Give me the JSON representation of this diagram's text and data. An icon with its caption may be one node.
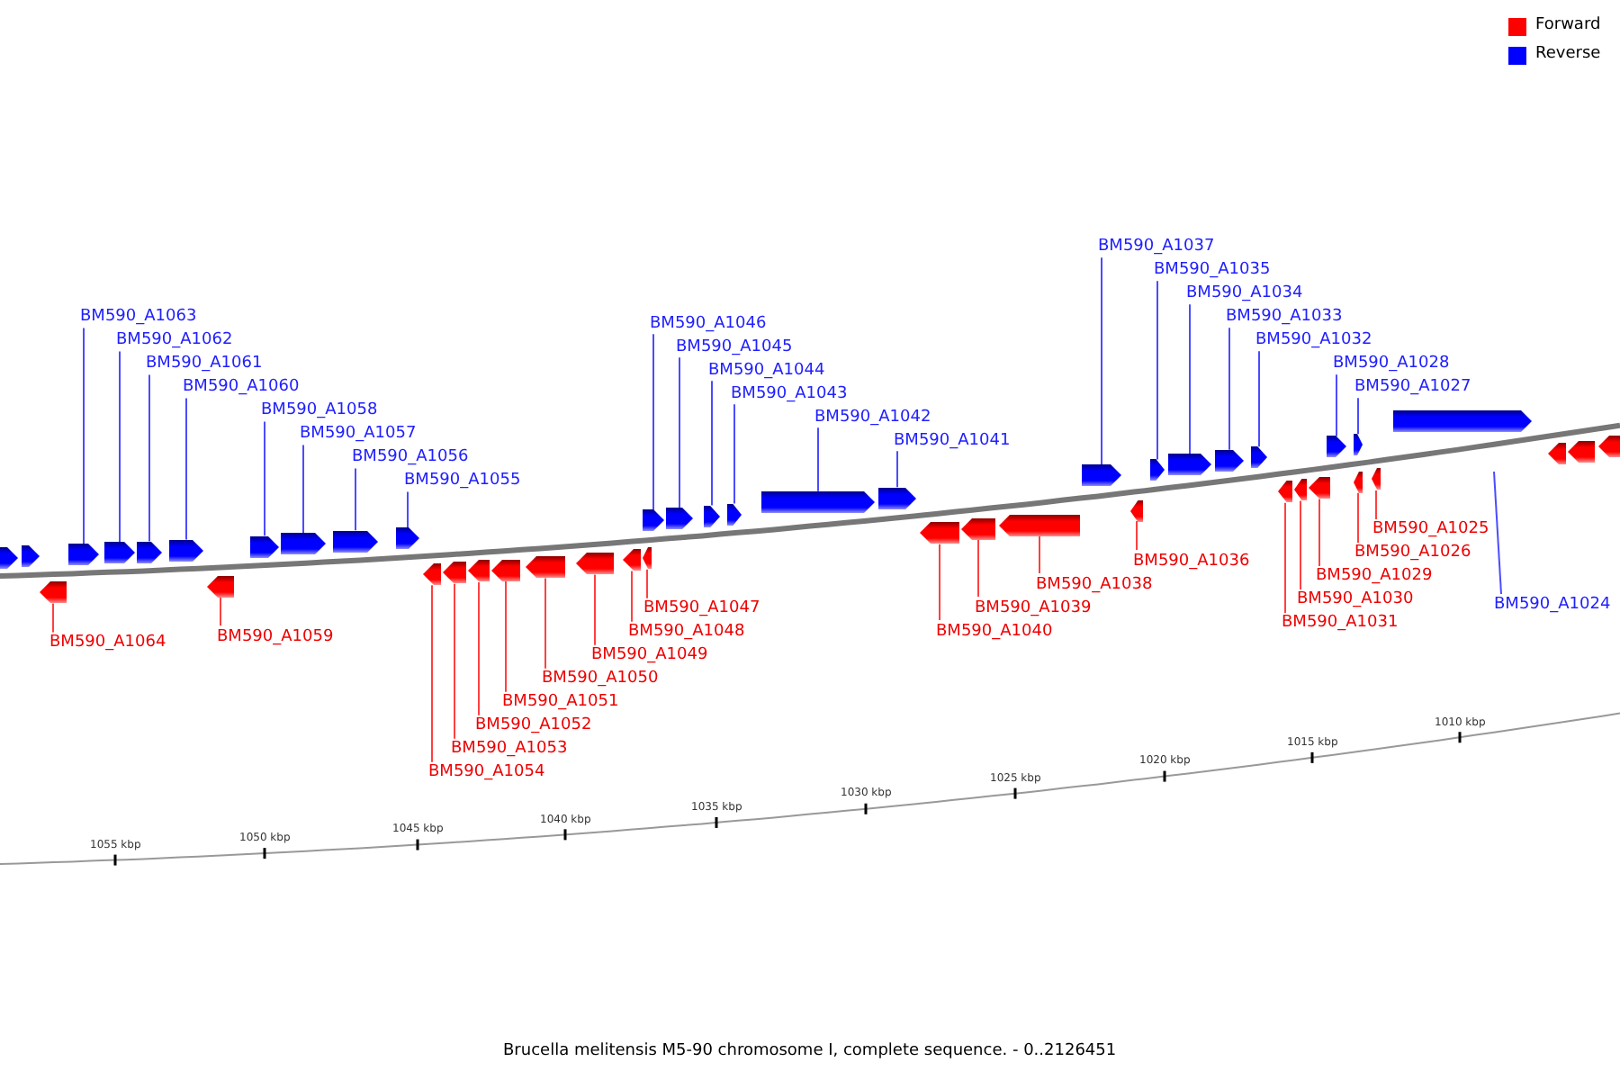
{
  "diagram": {
    "caption": "Brucella melitensis M5-90 chromosome I, complete sequence. - 0..2126451",
    "nodes": [
      {
        "text": [
          "BM590_A1063"
        ]
      },
      {
        "text": [],
        "shape": "arrow"
      },
      {
        "text": [
          "BM590_A1062"
        ]
      },
      {
        "text": [],
        "shape": "arrow"
      },
      {
        "text": [
          "BM590_A1061"
        ]
      },
      {
        "text": [],
        "shape": "arrow"
      },
      {
        "text": [
          "BM590_A1060"
        ]
      },
      {
        "text": [],
        "shape": "arrow"
      },
      {
        "text": [
          "BM590_A1058"
        ]
      },
      {
        "text": [],
        "shape": "arrow"
      },
      {
        "text": [
          "BM590_A1057"
        ]
      },
      {
        "text": [],
        "shape": "arrow"
      },
      {
        "text": [
          "BM590_A1056"
        ]
      },
      {
        "text": [],
        "shape": "arrow"
      },
      {
        "text": [
          "BM590_A1055"
        ]
      },
      {
        "text": [],
        "shape": "arrow"
      },
      {
        "text": [
          "BM590_A1046"
        ]
      },
      {
        "text": [],
        "shape": "arrow"
      },
      {
        "text": [
          "BM590_A1045"
        ]
      },
      {
        "text": [],
        "shape": "arrow"
      },
      {
        "text": [
          "BM590_A1044"
        ]
      },
      {
        "text": [],
        "shape": "arrow"
      },
      {
        "text": [
          "BM590_A1043"
        ]
      },
      {
        "text": [],
        "shape": "arrow"
      },
      {
        "text": [
          "BM590_A1042"
        ]
      },
      {
        "text": [],
        "shape": "arrow"
      },
      {
        "text": [
          "BM590_A1041"
        ]
      },
      {
        "text": [],
        "shape": "arrow"
      },
      {
        "text": [
          "BM590_A1037"
        ]
      },
      {
        "text": [],
        "shape": "arrow"
      },
      {
        "text": [
          "BM590_A1035"
        ]
      },
      {
        "text": [],
        "shape": "arrow"
      },
      {
        "text": [
          "BM590_A1034"
        ]
      },
      {
        "text": [],
        "shape": "arrow"
      },
      {
        "text": [
          "BM590_A1033"
        ]
      },
      {
        "text": [],
        "shape": "arrow"
      },
      {
        "text": [
          "BM590_A1032"
        ]
      },
      {
        "text": [],
        "shape": "arrow"
      },
      {
        "text": [
          "BM590_A1028"
        ]
      },
      {
        "text": [],
        "shape": "arrow"
      },
      {
        "text": [
          "BM590_A1027"
        ]
      },
      {
        "text": [],
        "shape": "arrow"
      },
      {
        "text": [
          "BM590_A1024"
        ]
      },
      {
        "text": [
          "BM590_A1064"
        ]
      },
      {
        "text": [],
        "shape": "arrow"
      },
      {
        "text": [
          "BM590_A1059"
        ]
      },
      {
        "text": [],
        "shape": "arrow"
      },
      {
        "text": [
          "BM590_A1054"
        ]
      },
      {
        "text": [],
        "shape": "arrow"
      },
      {
        "text": [
          "BM590_A1053"
        ]
      },
      {
        "text": [],
        "shape": "arrow"
      },
      {
        "text": [
          "BM590_A1052"
        ]
      },
      {
        "text": [],
        "shape": "arrow"
      },
      {
        "text": [
          "BM590_A1051"
        ]
      },
      {
        "text": [],
        "shape": "arrow"
      },
      {
        "text": [
          "BM590_A1050"
        ]
      },
      {
        "text": [],
        "shape": "arrow"
      },
      {
        "text": [
          "BM590_A1049"
        ]
      },
      {
        "text": [],
        "shape": "arrow"
      },
      {
        "text": [
          "BM590_A1048"
        ]
      },
      {
        "text": [],
        "shape": "arrow"
      },
      {
        "text": [
          "BM590_A1047"
        ]
      },
      {
        "text": [],
        "shape": "arrow"
      },
      {
        "text": [
          "BM590_A1040"
        ]
      },
      {
        "text": [],
        "shape": "arrow"
      },
      {
        "text": [
          "BM590_A1039"
        ]
      },
      {
        "text": [],
        "shape": "arrow"
      },
      {
        "text": [
          "BM590_A1038"
        ]
      },
      {
        "text": [],
        "shape": "arrow"
      },
      {
        "text": [
          "BM590_A1036"
        ]
      },
      {
        "text": [],
        "shape": "arrow"
      },
      {
        "text": [
          "BM590_A1031"
        ]
      },
      {
        "text": [],
        "shape": "arrow"
      },
      {
        "text": [
          "BM590_A1030"
        ]
      },
      {
        "text": [],
        "shape": "arrow"
      },
      {
        "text": [
          "BM590_A1029"
        ]
      },
      {
        "text": [],
        "shape": "arrow"
      },
      {
        "text": [
          "BM590_A1026"
        ]
      },
      {
        "text": [],
        "shape": "arrow"
      },
      {
        "text": [
          "BM590_A1025"
        ]
      },
      {
        "text": [],
        "shape": "arrow"
      },
      {
        "text": [],
        "shape": "arrow"
      },
      {
        "text": [],
        "shape": "arrow"
      },
      {
        "text": [],
        "shape": "arrow"
      },
      {
        "text": [],
        "shape": "arrow"
      },
      {
        "text": [],
        "shape": "arrow"
      },
      {
        "text": [],
        "shape": "arrow"
      }
    ],
    "edges": [
      {
        "from": 0,
        "to": 1,
        "arrow": "none",
        "color": "#4b4bff"
      },
      {
        "from": 2,
        "to": 3,
        "arrow": "none",
        "color": "#4b4bff"
      },
      {
        "from": 4,
        "to": 5,
        "arrow": "none",
        "color": "#4b4bff"
      },
      {
        "from": 6,
        "to": 7,
        "arrow": "none",
        "color": "#4b4bff"
      },
      {
        "from": 8,
        "to": 9,
        "arrow": "none",
        "color": "#4b4bff"
      },
      {
        "from": 10,
        "to": 11,
        "arrow": "none",
        "color": "#4b4bff"
      },
      {
        "from": 12,
        "to": 13,
        "arrow": "none",
        "color": "#4b4bff"
      },
      {
        "from": 14,
        "to": 15,
        "arrow": "none",
        "color": "#4b4bff"
      },
      {
        "from": 16,
        "to": 17,
        "arrow": "none",
        "color": "#4b4bff"
      },
      {
        "from": 18,
        "to": 19,
        "arrow": "none",
        "color": "#4b4bff"
      },
      {
        "from": 20,
        "to": 21,
        "arrow": "none",
        "color": "#4b4bff"
      },
      {
        "from": 22,
        "to": 23,
        "arrow": "none",
        "color": "#4b4bff"
      },
      {
        "from": 24,
        "to": 25,
        "arrow": "none",
        "color": "#4b4bff"
      },
      {
        "from": 26,
        "to": 27,
        "arrow": "none",
        "color": "#4b4bff"
      },
      {
        "from": 28,
        "to": 29,
        "arrow": "none",
        "color": "#4b4bff"
      },
      {
        "from": 30,
        "to": 31,
        "arrow": "none",
        "color": "#4b4bff"
      },
      {
        "from": 32,
        "to": 33,
        "arrow": "none",
        "color": "#4b4bff"
      },
      {
        "from": 34,
        "to": 35,
        "arrow": "none",
        "color": "#4b4bff"
      },
      {
        "from": 36,
        "to": 37,
        "arrow": "none",
        "color": "#4b4bff"
      },
      {
        "from": 38,
        "to": 39,
        "arrow": "none",
        "color": "#4b4bff"
      },
      {
        "from": 40,
        "to": 41,
        "arrow": "none",
        "color": "#4b4bff"
      },
      {
        "from": 42,
        "to": null,
        "arrow": "none",
        "color": "#4b4bff"
      },
      {
        "from": 43,
        "to": 44,
        "arrow": "none",
        "color": "#ff4040"
      },
      {
        "from": 45,
        "to": 46,
        "arrow": "none",
        "color": "#ff4040"
      },
      {
        "from": 47,
        "to": 48,
        "arrow": "none",
        "color": "#ff4040"
      },
      {
        "from": 49,
        "to": 50,
        "arrow": "none",
        "color": "#ff4040"
      },
      {
        "from": 51,
        "to": 52,
        "arrow": "none",
        "color": "#ff4040"
      },
      {
        "from": 53,
        "to": 54,
        "arrow": "none",
        "color": "#ff4040"
      },
      {
        "from": 55,
        "to": 56,
        "arrow": "none",
        "color": "#ff4040"
      },
      {
        "from": 57,
        "to": 58,
        "arrow": "none",
        "color": "#ff4040"
      },
      {
        "from": 59,
        "to": 60,
        "arrow": "none",
        "color": "#ff4040"
      },
      {
        "from": 61,
        "to": 62,
        "arrow": "none",
        "color": "#ff4040"
      },
      {
        "from": 63,
        "to": 64,
        "arrow": "none",
        "color": "#ff4040"
      },
      {
        "from": 65,
        "to": 66,
        "arrow": "none",
        "color": "#ff4040"
      },
      {
        "from": 67,
        "to": 68,
        "arrow": "none",
        "color": "#ff4040"
      },
      {
        "from": 69,
        "to": 70,
        "arrow": "none",
        "color": "#ff4040"
      },
      {
        "from": 71,
        "to": 72,
        "arrow": "none",
        "color": "#ff4040"
      },
      {
        "from": 73,
        "to": 74,
        "arrow": "none",
        "color": "#ff4040"
      },
      {
        "from": 75,
        "to": 76,
        "arrow": "none",
        "color": "#ff4040"
      },
      {
        "from": 77,
        "to": 78,
        "arrow": "none",
        "color": "#ff4040"
      },
      {
        "from": 79,
        "to": 80,
        "arrow": "none",
        "color": "#ff4040"
      }
    ],
    "labels": [
      "1055 kbp",
      "1050 kbp",
      "1045 kbp",
      "1040 kbp",
      "1035 kbp",
      "1030 kbp",
      "1025 kbp",
      "1020 kbp",
      "1015 kbp",
      "1010 kbp"
    ],
    "legend": [
      {
        "text": "Forward",
        "color": "#ff0000"
      },
      {
        "text": "Reverse",
        "color": "#0000ff"
      }
    ]
  }
}
